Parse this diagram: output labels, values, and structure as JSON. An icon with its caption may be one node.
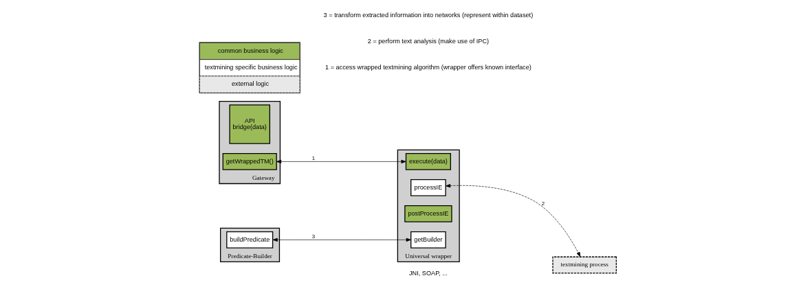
{
  "diagram": {
    "nodes": [
      {
        "text": [
          "Gateway"
        ]
      },
      {
        "text": [
          "API",
          "bridge(data)"
        ],
        "in": 0
      },
      {
        "text": [
          "getWrappedTM()"
        ],
        "in": 0
      },
      {
        "text": [
          "Universal wrapper"
        ]
      },
      {
        "text": [
          "execute(data)"
        ],
        "in": 3
      },
      {
        "text": [
          "processIE"
        ],
        "in": 3
      },
      {
        "text": [
          "postProcessIE"
        ],
        "in": 3
      },
      {
        "text": [
          "getBuilder"
        ],
        "in": 3
      },
      {
        "text": [
          "textmining process"
        ]
      },
      {
        "text": [
          "Predicate-Builder"
        ]
      },
      {
        "text": [
          "buildPredicate"
        ],
        "in": 9
      }
    ],
    "edges": [
      {
        "from": 2,
        "to": 4,
        "arrow": "both",
        "label": "1"
      },
      {
        "from": 5,
        "to": 8,
        "arrow": "both",
        "label": "2",
        "style": "dashed"
      },
      {
        "from": 10,
        "to": 7,
        "arrow": "both",
        "label": "3"
      }
    ],
    "labels": [
      "JNI, SOAP, ...",
      "1 = access wrapped textmining algorithm (wrapper offers known interface)",
      "2 = perform text analysis (make use of IPC)",
      "3 = transform extracted information into networks (represent within dataset)"
    ],
    "legend": [
      {
        "text": "common business logic",
        "color": "#9bbb59"
      },
      {
        "text": "textmining specific business logic",
        "color": "#ffffff"
      },
      {
        "text": "external logic"
      }
    ]
  }
}
